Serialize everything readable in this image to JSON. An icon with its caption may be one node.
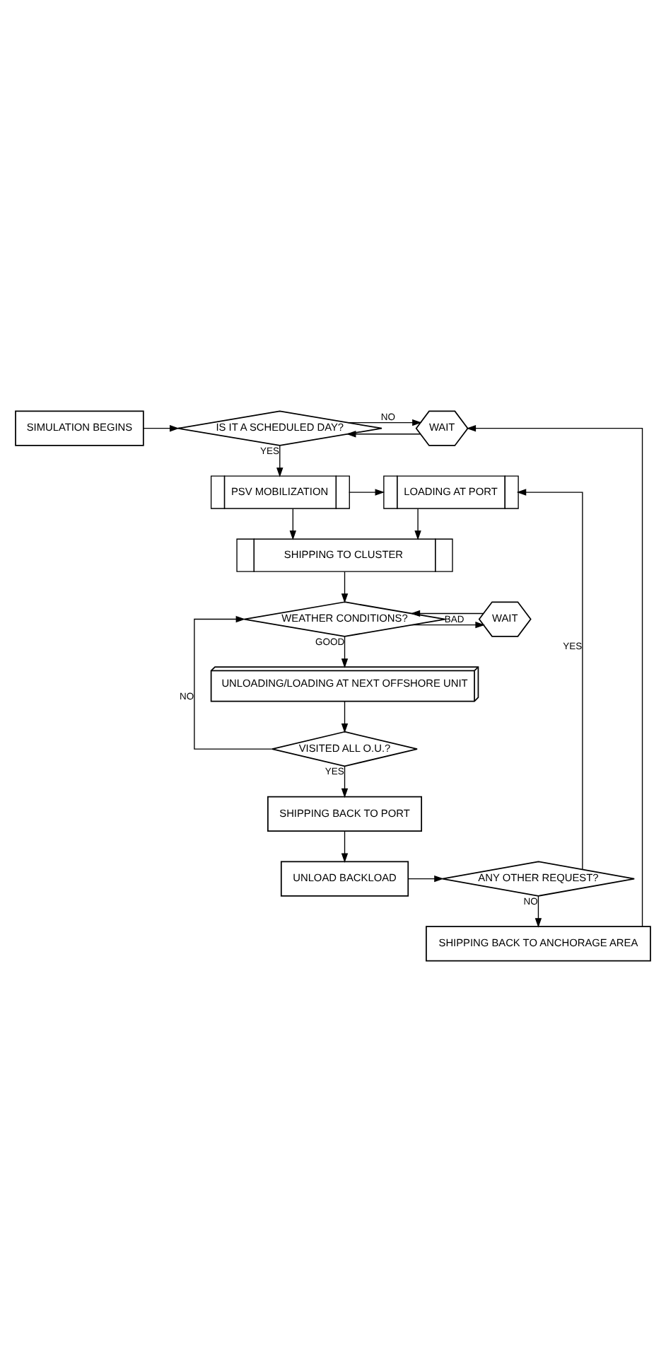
{
  "diagram": {
    "nodes": [
      {
        "text": [
          "SIMULATION BEGINS"
        ]
      },
      {
        "text": [
          "IS IT A SCHEDULED DAY?"
        ]
      },
      {
        "text": [
          "WAIT"
        ]
      },
      {
        "text": [
          "PSV MOBILIZATION"
        ]
      },
      {
        "text": [
          "LOADING AT PORT"
        ]
      },
      {
        "text": [
          "SHIPPING TO CLUSTER"
        ]
      },
      {
        "text": [
          "WAIT"
        ]
      },
      {
        "text": [
          "WEATHER CONDITIONS?"
        ]
      },
      {
        "text": [
          "UNLOADING/LOADING AT NEXT OFFSHORE UNIT"
        ]
      },
      {
        "text": [
          "VISITED ALL O.U.?"
        ]
      },
      {
        "text": [
          "SHIPPING BACK TO PORT"
        ]
      },
      {
        "text": [
          "UNLOAD BACKLOAD"
        ]
      },
      {
        "text": [
          "ANY OTHER REQUEST?"
        ]
      },
      {
        "text": [
          "SHIPPING BACK TO ANCHORAGE AREA"
        ]
      }
    ],
    "edges": [
      {
        "from": 0,
        "to": 1,
        "arrow": "to"
      },
      {
        "from": 1,
        "to": 2,
        "arrow": "to",
        "label": "NO"
      },
      {
        "from": 2,
        "to": 1,
        "arrow": "to"
      },
      {
        "from": 1,
        "to": 3,
        "arrow": "to",
        "label": "YES"
      },
      {
        "from": 3,
        "to": 4,
        "arrow": "to"
      },
      {
        "from": 3,
        "to": 5,
        "arrow": "to"
      },
      {
        "from": 4,
        "to": 5,
        "arrow": "to"
      },
      {
        "from": 5,
        "to": 7,
        "arrow": "to"
      },
      {
        "from": 7,
        "to": 6,
        "arrow": "to",
        "label": "BAD"
      },
      {
        "from": 6,
        "to": 7,
        "arrow": "to"
      },
      {
        "from": 7,
        "to": 8,
        "arrow": "to",
        "label": "GOOD"
      },
      {
        "from": 8,
        "to": 9,
        "arrow": "to"
      },
      {
        "from": 9,
        "to": 7,
        "arrow": "to",
        "label": "NO"
      },
      {
        "from": 9,
        "to": 10,
        "arrow": "to",
        "label": "YES"
      },
      {
        "from": 10,
        "to": 11,
        "arrow": "to"
      },
      {
        "from": 11,
        "to": 12,
        "arrow": "to"
      },
      {
        "from": 12,
        "to": 4,
        "arrow": "to",
        "label": "YES"
      },
      {
        "from": 12,
        "to": 13,
        "arrow": "to",
        "label": "NO"
      },
      {
        "from": 13,
        "to": 2,
        "arrow": "to"
      }
    ]
  }
}
